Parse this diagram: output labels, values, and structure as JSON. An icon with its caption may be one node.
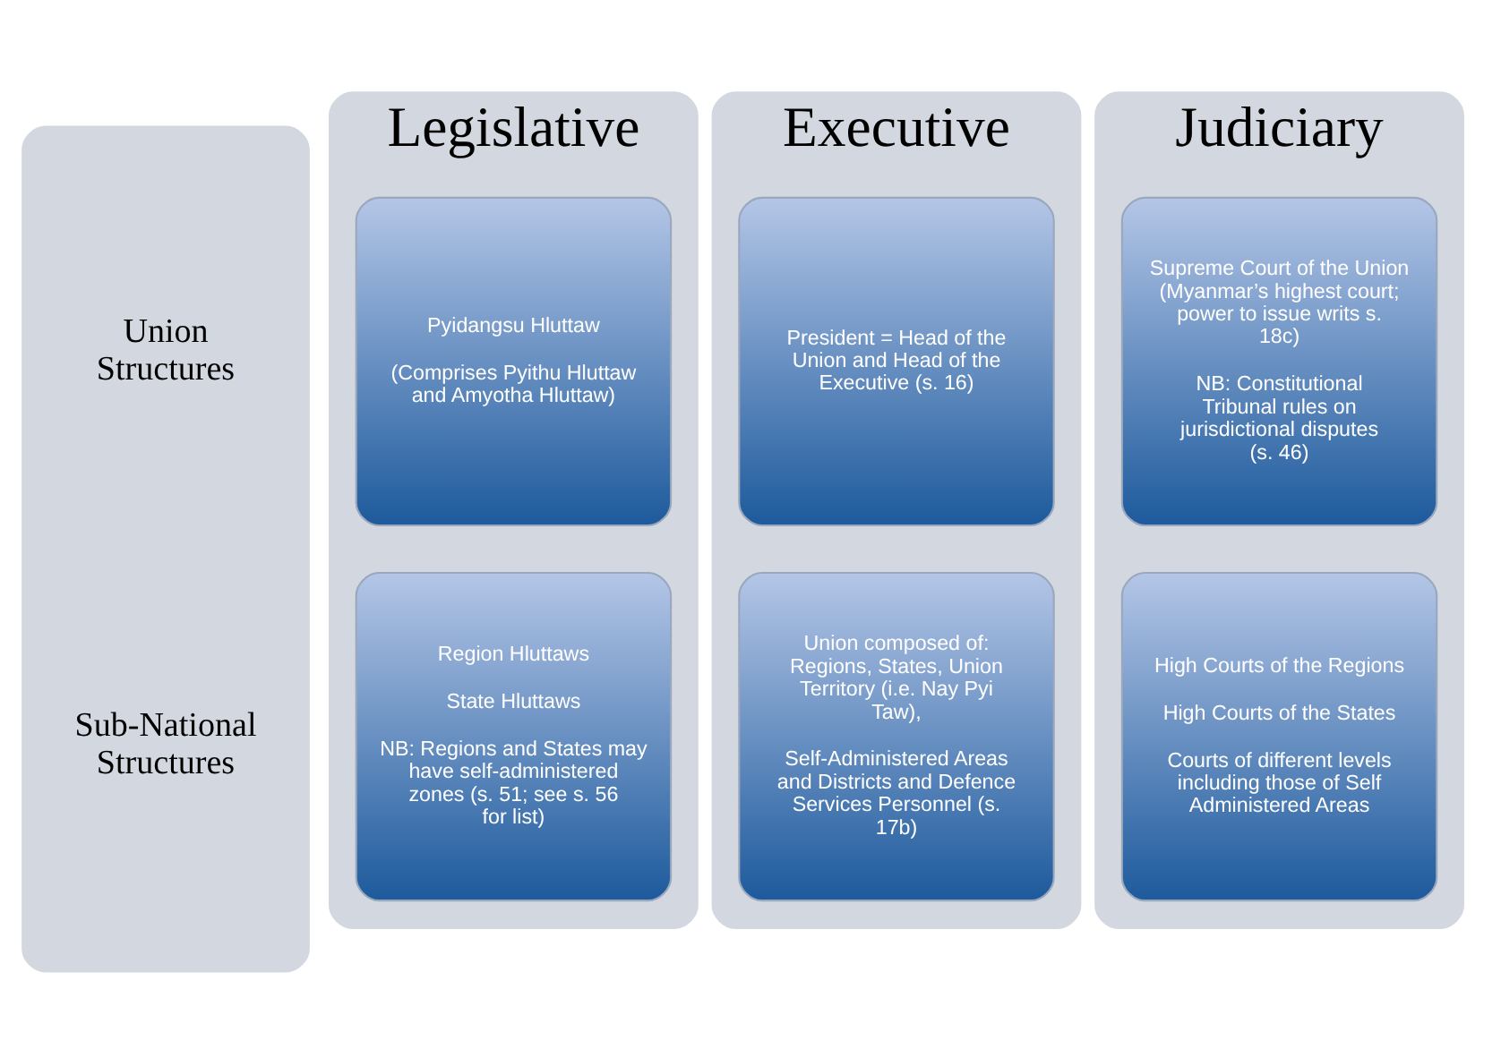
{
  "diagram": {
    "nodes": [
      {
        "text": [
          "Union Structures",
          "Sub-National Structures"
        ]
      },
      {
        "text": [
          "Legislative"
        ]
      },
      {
        "text": [
          "Pyidangsu Hluttaw",
          "(Comprises Pyithu Hluttaw and Amyotha Hluttaw)"
        ],
        "in": 1
      },
      {
        "text": [
          "Region Hluttaws",
          "State Hluttaws",
          "NB: Regions and States may have self-administered zones (s. 51; see s. 56 for list)"
        ],
        "in": 1
      },
      {
        "text": [
          "Executive"
        ]
      },
      {
        "text": [
          "President = Head of the Union and Head of the Executive (s. 16)"
        ],
        "in": 4
      },
      {
        "text": [
          "Union composed of: Regions, States, Union Territory (i.e. Nay Pyi Taw),",
          "Self-Administered Areas and Districts and Defence Services Personnel (s. 17b)"
        ],
        "in": 4
      },
      {
        "text": [
          "Judiciary"
        ]
      },
      {
        "text": [
          "Supreme Court of the Union (Myanmar’s highest court; power to issue writs s. 18c)",
          "NB: Constitutional Tribunal rules on jurisdictional disputes (s. 46)"
        ],
        "in": 7
      },
      {
        "text": [
          "High Courts of the Regions",
          "High Courts of the States",
          "Courts of different levels including those of Self Administered Areas"
        ],
        "in": 7
      }
    ],
    "edges": []
  }
}
